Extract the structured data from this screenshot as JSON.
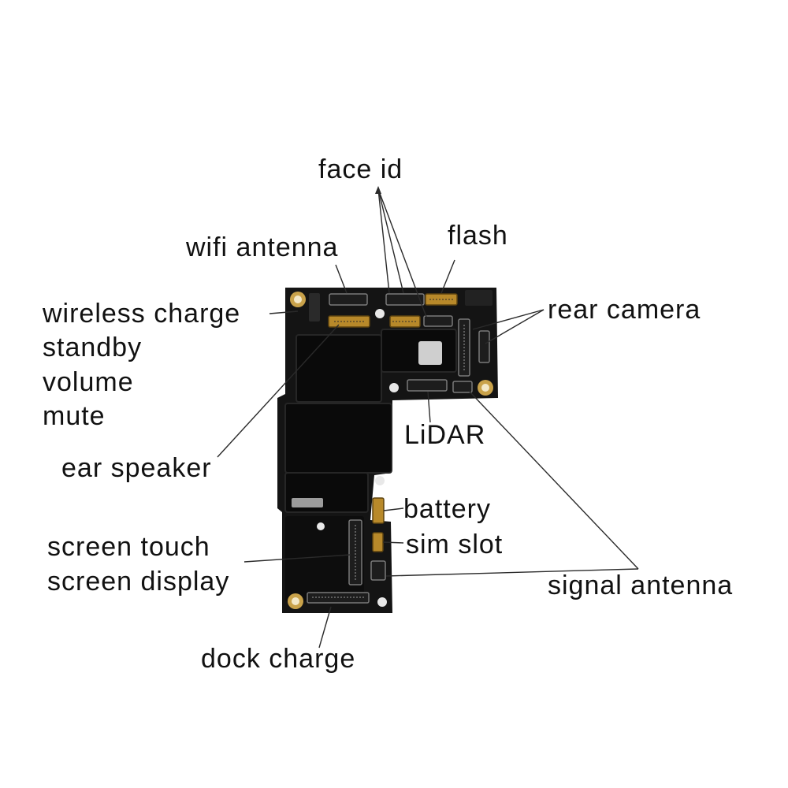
{
  "labels": {
    "face_id": "face id",
    "flash": "flash",
    "wifi_antenna": "wifi antenna",
    "wireless_charge": "wireless charge",
    "standby": "standby",
    "volume": "volume",
    "mute": "mute",
    "rear_camera": "rear camera",
    "lidar": "LiDAR",
    "ear_speaker": "ear speaker",
    "battery": "battery",
    "sim_slot": "sim slot",
    "screen_touch": "screen touch",
    "screen_display": "screen display",
    "signal_antenna": "signal antenna",
    "dock_charge": "dock charge"
  },
  "colors": {
    "board": "#141414",
    "connector_gold": "#b8892a",
    "text": "#111111"
  }
}
